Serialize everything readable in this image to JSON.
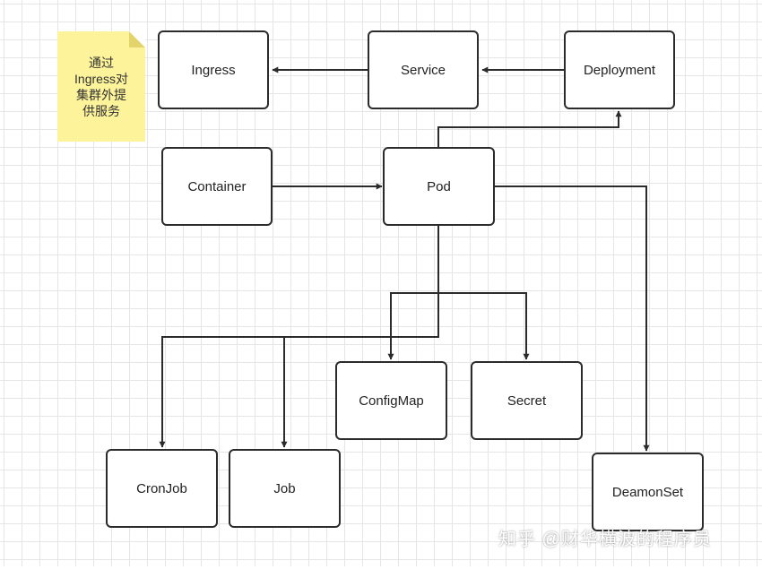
{
  "nodes": {
    "ingress": "Ingress",
    "service": "Service",
    "deployment": "Deployment",
    "container": "Container",
    "pod": "Pod",
    "configmap": "ConfigMap",
    "secret": "Secret",
    "cronjob": "CronJob",
    "job": "Job",
    "daemonset": "DeamonSet"
  },
  "note": "通过\nIngress对\n集群外提\n供服务",
  "watermark": "知乎 @财华横波的程序员",
  "colors": {
    "line": "#2b2b2b",
    "note_fill": "#fdf39a",
    "grid": "#e6e6e6"
  }
}
